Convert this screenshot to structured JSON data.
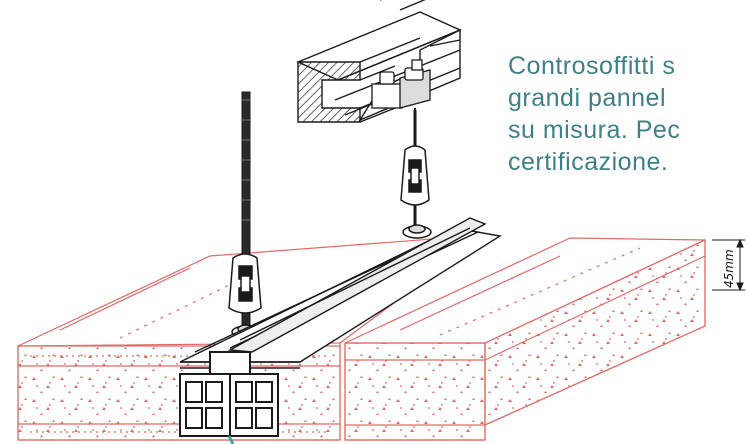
{
  "description_lines": [
    "Controsoffitti   s",
    "grandi    pannel",
    "su  misura.  Pec",
    "certificazione."
  ],
  "dimension_label": "45mm",
  "colors": {
    "caption_text": "#3f7f86",
    "panel_outline": "#e06a66",
    "panel_fill": "#ffffff",
    "steel_line": "#1a1a1a",
    "accent": "#3aa6a0"
  },
  "icons": {
    "rod": "threaded-rod",
    "hanger": "spring-hanger",
    "beam": "steel-c-beam"
  }
}
